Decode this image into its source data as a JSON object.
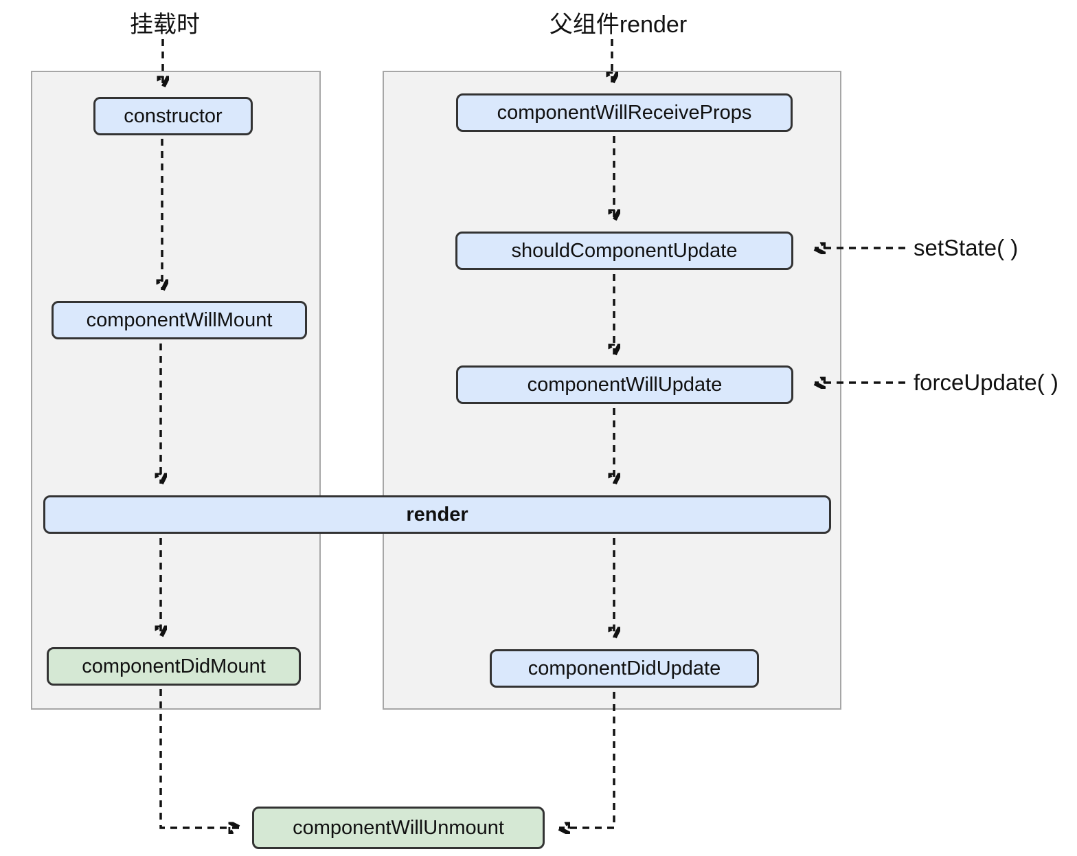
{
  "diagram": {
    "headers": {
      "mount": "挂载时",
      "parent_render": "父组件render"
    },
    "nodes": {
      "ctor": "constructor",
      "component_will_mount": "componentWillMount",
      "render_node": "render",
      "component_did_mount": "componentDidMount",
      "component_will_receive_props": "componentWillReceiveProps",
      "should_component_update": "shouldComponentUpdate",
      "component_will_update": "componentWillUpdate",
      "component_did_update": "componentDidUpdate",
      "component_will_unmount": "componentWillUnmount"
    },
    "triggers": {
      "set_state": "setState( )",
      "force_update": "forceUpdate( )"
    },
    "colors": {
      "node_blue_fill": "#dae8fc",
      "node_green_fill": "#d5e8d4",
      "node_border": "#333333",
      "panel_fill": "#f2f2f2",
      "panel_border": "#a6a6a6",
      "arrow_color": "#111111",
      "text_color": "#111111"
    }
  }
}
